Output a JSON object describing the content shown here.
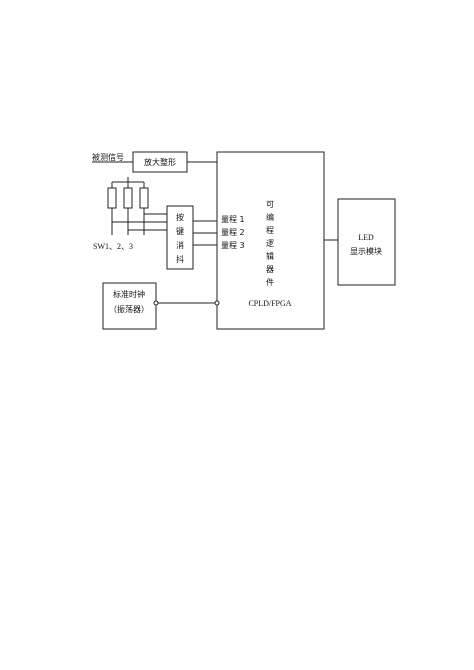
{
  "diagram": {
    "input_label": "被测信号",
    "amplifier_label": "放大整形",
    "switch_label": "SW1、2、3",
    "debounce_chars": [
      "按",
      "键",
      "消",
      "抖"
    ],
    "range_labels": [
      "量程 1",
      "量程 2",
      "量程 3"
    ],
    "cpld_chars": [
      "可",
      "编",
      "程",
      "逻",
      "辑",
      "器",
      "件"
    ],
    "cpld_model": "CPLD/FPGA",
    "clock_line1": "标准时钟",
    "clock_line2": "（振荡器）",
    "led_line1": "LED",
    "led_line2": "显示模块"
  }
}
